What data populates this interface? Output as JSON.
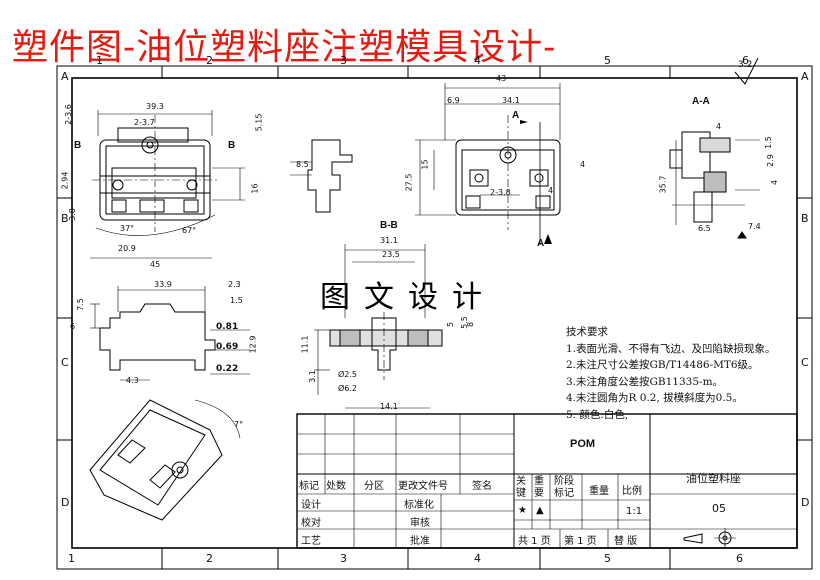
{
  "banner_title": "塑件图-油位塑料座注塑模具设计-",
  "zone_columns": [
    "1",
    "2",
    "3",
    "4",
    "5",
    "6"
  ],
  "zone_rows": [
    "A",
    "B",
    "C",
    "D"
  ],
  "center_title": "图文设计",
  "section_labels": {
    "aa": "A-A",
    "bb": "B-B",
    "a": "A",
    "b": "B"
  },
  "roughness": "3.2",
  "dimensions": {
    "top_view": [
      "39.3",
      "2-3.7",
      "2-3.6",
      "5.15",
      "2.94",
      "3.8",
      "16",
      "20.9",
      "37°",
      "67°",
      "45"
    ],
    "side_view": [
      "8.5"
    ],
    "right_view": [
      "43",
      "6.9",
      "34.1",
      "4",
      "27.5",
      "15",
      "2-3.8",
      "4"
    ],
    "section_bb": [
      "31.1",
      "23.5"
    ],
    "front_view": [
      "33.9",
      "2.3",
      "1.5",
      "7.5",
      "0.81",
      "0.69",
      "0.22",
      "12.9",
      "4.3",
      "6"
    ],
    "section_detail": [
      "5",
      "5.5",
      "8",
      "11.1",
      "3.1",
      "Ø2.5",
      "Ø6.2",
      "14.1"
    ],
    "section_aa": [
      "4",
      "1.5",
      "2.9",
      "35.7",
      "6.5",
      "7.4",
      "4"
    ],
    "iso_view": [
      "7°"
    ]
  },
  "tech_notes": {
    "heading": "技术要求",
    "items": [
      "1.表面光滑、不得有飞边、及凹陷缺损现象。",
      "2.未注尺寸公差按GB/T14486-MT6级。",
      "3.未注角度公差按GB11335-m。",
      "4.未注圆角为R 0.2, 拔模斜度为0.5。",
      "5. 颜色:白色;"
    ]
  },
  "title_block": {
    "material": "POM",
    "part_name": "油位塑料座",
    "drawing_no": "05",
    "scale": "1:1",
    "headers": {
      "mark": "标记",
      "count": "处数",
      "zone": "分区",
      "change_doc": "更改文件号",
      "signature": "签名",
      "key": "关键",
      "important": "重要",
      "stage_mark": "阶段标记",
      "weight": "重量",
      "scale_label": "比例"
    },
    "roles": {
      "design": "设计",
      "standardize": "标准化",
      "proofread": "校对",
      "review": "审核",
      "process": "工艺",
      "approve": "批准"
    },
    "symbols": [
      "★",
      "▲"
    ],
    "sheets_total": "共 1 页",
    "sheet_no": "第 1 页",
    "version_label": "替   版"
  }
}
